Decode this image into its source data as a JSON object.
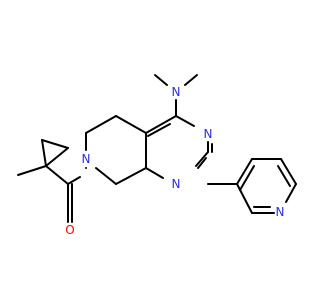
{
  "atoms": {
    "n_dimethyl": "N",
    "n_pyrimidine_upper": "N",
    "n_pyrimidine_lower": "N",
    "n_piperidine": "N",
    "n_pyridine": "N",
    "o_carbonyl": "O"
  },
  "colors": {
    "bond": "#000000",
    "nitrogen": "#2c2cf0",
    "oxygen": "#ff0000"
  }
}
